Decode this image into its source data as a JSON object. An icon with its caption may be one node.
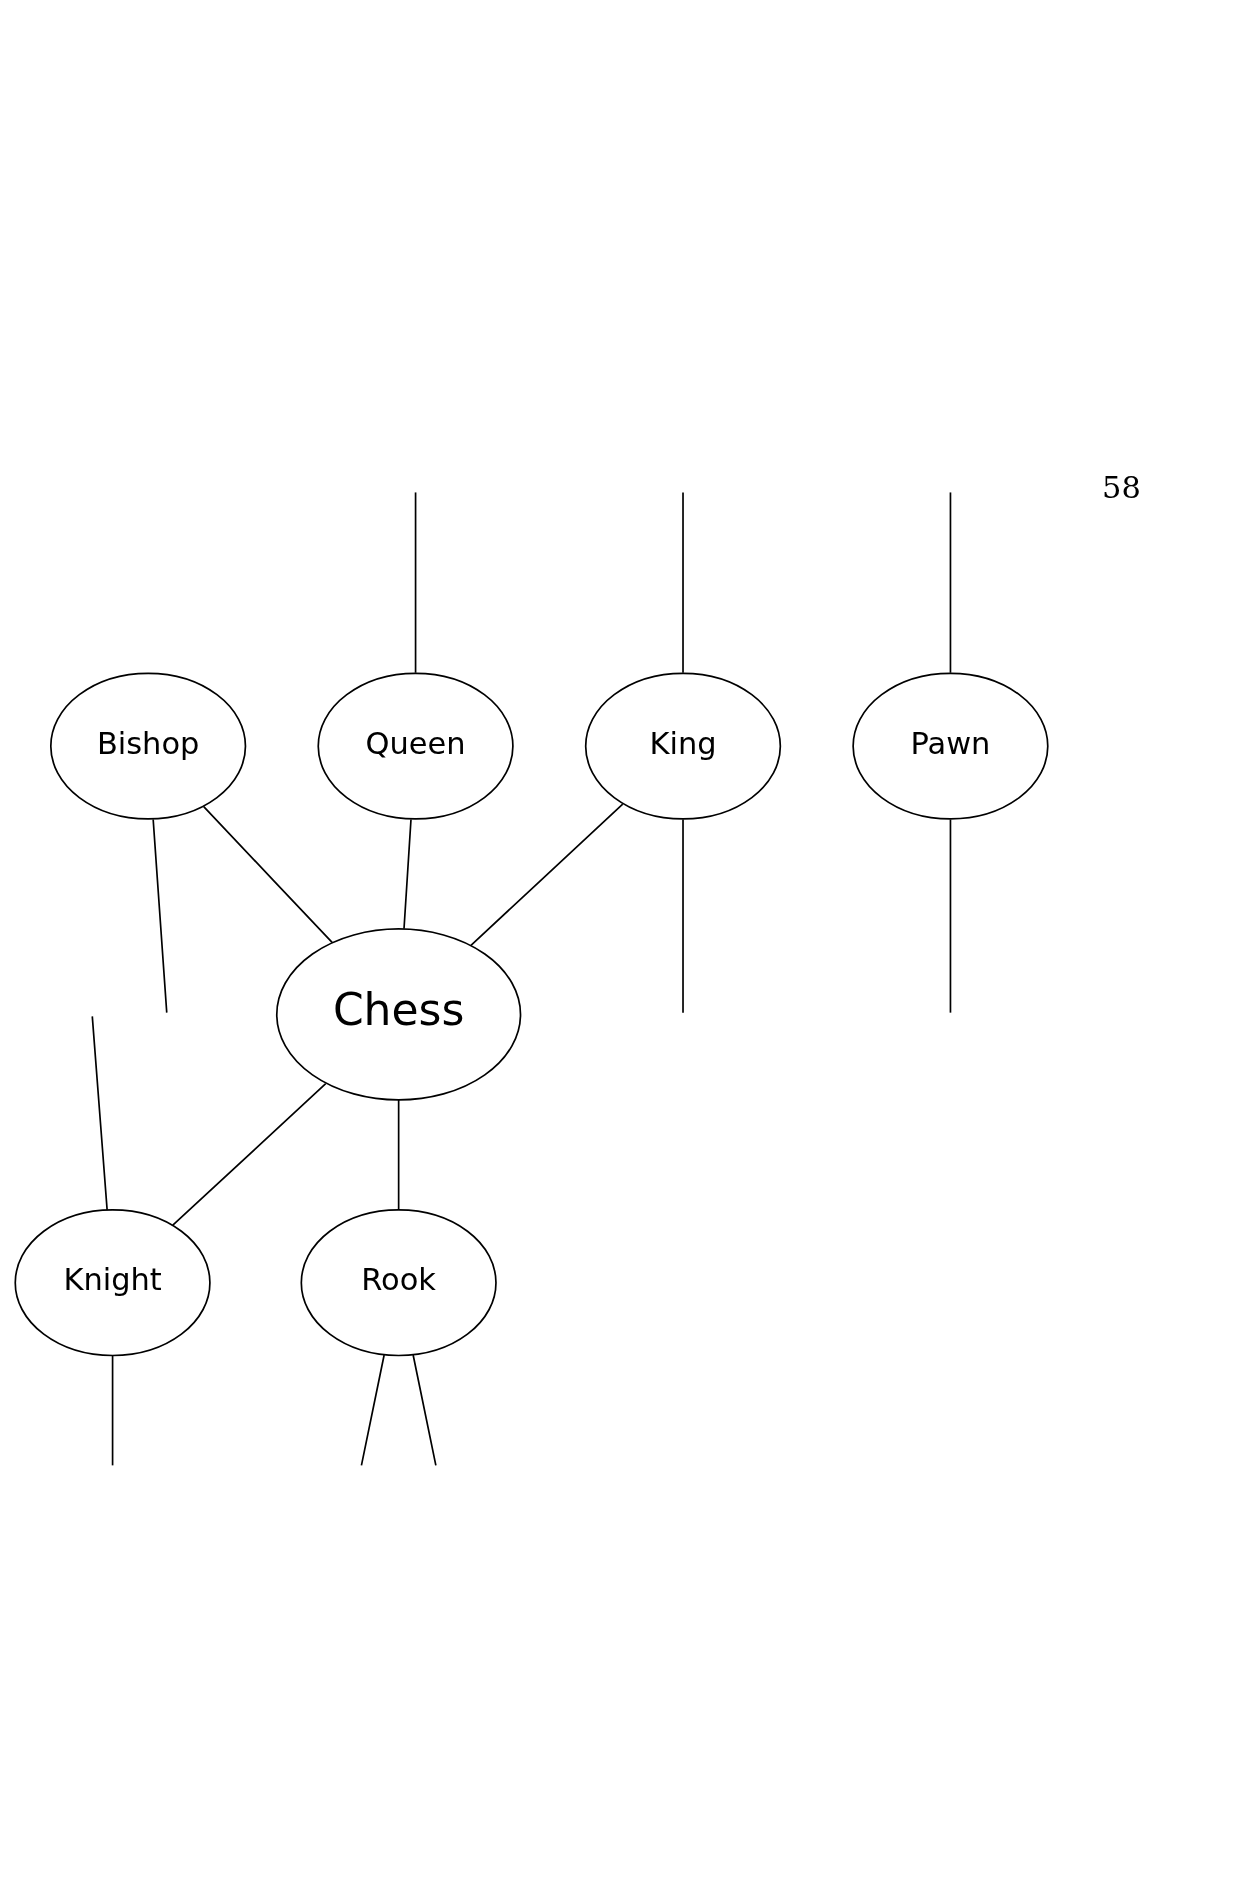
{
  "diagram": {
    "nodes": [
      {
        "text": [
          "King"
        ]
      },
      {
        "text": [
          "Bishop"
        ]
      },
      {
        "text": [
          "Queen"
        ]
      },
      {
        "text": [
          "Chess"
        ]
      },
      {
        "text": [
          "Rook"
        ]
      },
      {
        "text": [
          "Knight"
        ]
      },
      {
        "text": [
          "Pawn"
        ]
      }
    ],
    "edges": [
      {
        "from": null,
        "to": 0,
        "arrow": "none"
      },
      {
        "from": 0,
        "to": null,
        "arrow": "none"
      },
      {
        "from": 0,
        "to": 3,
        "arrow": "none"
      },
      {
        "from": 1,
        "to": null,
        "arrow": "none"
      },
      {
        "from": null,
        "to": 2,
        "arrow": "none"
      },
      {
        "from": 1,
        "to": 3,
        "arrow": "none"
      },
      {
        "from": 2,
        "to": 3,
        "arrow": "none"
      },
      {
        "from": 3,
        "to": 4,
        "arrow": "none"
      },
      {
        "from": 3,
        "to": 5,
        "arrow": "none"
      },
      {
        "from": 5,
        "to": null,
        "arrow": "none"
      },
      {
        "from": 4,
        "to": null,
        "arrow": "none"
      },
      {
        "from": 4,
        "to": null,
        "arrow": "none"
      },
      {
        "from": null,
        "to": 5,
        "arrow": "none"
      },
      {
        "from": null,
        "to": 6,
        "arrow": "none"
      },
      {
        "from": 6,
        "to": null,
        "arrow": "none"
      }
    ],
    "labels": [
      "58"
    ]
  }
}
